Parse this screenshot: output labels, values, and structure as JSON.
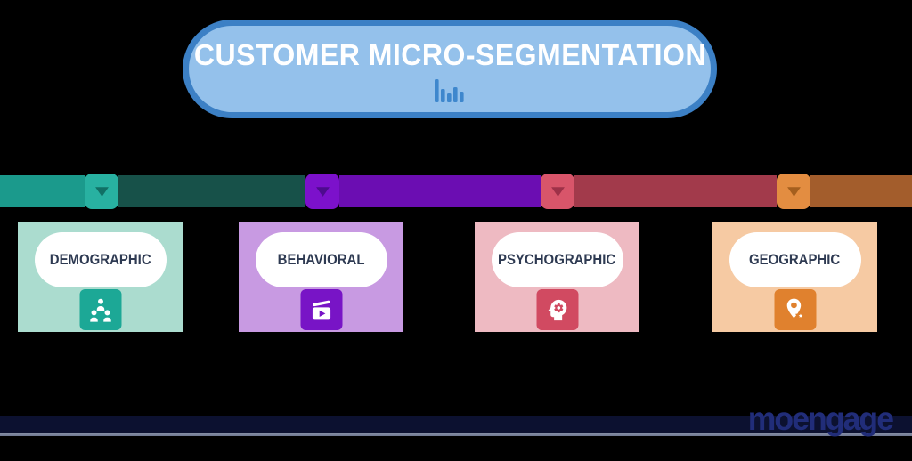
{
  "canvas": {
    "background": "#000000"
  },
  "header": {
    "title": "CUSTOMER MICRO-SEGMENTATION",
    "title_color": "#ffffff",
    "fill_color": "#94c1eb",
    "border_color": "#3c80c5",
    "icon": "bar-chart-icon",
    "icon_color": "#3e87cd"
  },
  "timeline": {
    "segments": [
      {
        "name": "teal",
        "color": "#1b9a8c"
      },
      {
        "name": "dark-teal",
        "color": "#175149"
      },
      {
        "name": "purple",
        "color": "#6b0db2"
      },
      {
        "name": "maroon",
        "color": "#a23a4b"
      },
      {
        "name": "brown",
        "color": "#a35d2c"
      }
    ],
    "markers": [
      {
        "color": "#28b1a1",
        "arrow_color": "#117065"
      },
      {
        "color": "#7c11cb",
        "arrow_color": "#4d0b8e"
      },
      {
        "color": "#d8556a",
        "arrow_color": "#9e3148"
      },
      {
        "color": "#e38d41",
        "arrow_color": "#a55f1e"
      }
    ]
  },
  "theme": {
    "label_color": "#2e3a52"
  },
  "cards": [
    {
      "label": "DEMOGRAPHIC",
      "bg": "#abdccf",
      "icon_bg": "#1ca896",
      "icon": "people-hierarchy-icon"
    },
    {
      "label": "BEHAVIORAL",
      "bg": "#c89ae2",
      "icon_bg": "#7814c6",
      "icon": "video-clapper-icon"
    },
    {
      "label": "PSYCHOGRAPHIC",
      "bg": "#eebac2",
      "icon_bg": "#d14a61",
      "icon": "head-gear-icon"
    },
    {
      "label": "GEOGRAPHIC",
      "bg": "#f6caa3",
      "icon_bg": "#e0812e",
      "icon": "location-star-icon"
    }
  ],
  "footer": {
    "brand": "moengage",
    "brand_color": "#212d79",
    "band_color": "#0c1130",
    "band_line_color": "#8e97ad"
  }
}
